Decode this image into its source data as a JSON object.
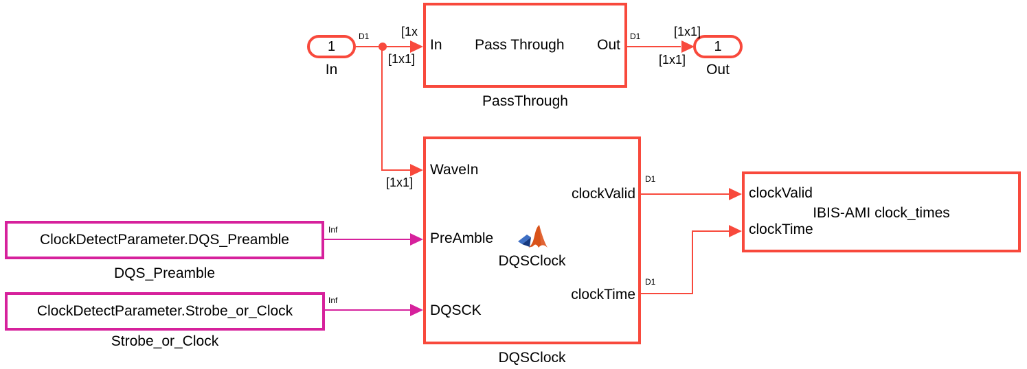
{
  "colors": {
    "red": "#F8493C",
    "magenta": "#D6219C",
    "text": "#000000",
    "canvas": "#FFFFFF"
  },
  "inport": {
    "value": "1",
    "name": "In"
  },
  "outport": {
    "value": "1",
    "name": "Out"
  },
  "passthrough": {
    "port_in": "In",
    "title": "Pass Through",
    "port_out": "Out",
    "name": "PassThrough"
  },
  "dqsclock": {
    "port_wavein": "WaveIn",
    "port_preamble": "PreAmble",
    "port_dqsck": "DQSCK",
    "port_clockvalid": "clockValid",
    "port_clocktime": "clockTime",
    "inner_title": "DQSClock",
    "name": "DQSClock",
    "icon": "matlab-logo"
  },
  "const_preamble": {
    "value": "ClockDetectParameter.DQS_Preamble",
    "name": "DQS_Preamble"
  },
  "const_strobe": {
    "value": "ClockDetectParameter.Strobe_or_Clock",
    "name": "Strobe_or_Clock"
  },
  "ibis": {
    "port_clockvalid": "clockValid",
    "port_clocktime": "clockTime",
    "title": "IBIS-AMI clock_times"
  },
  "signal_labels": {
    "in_rate": "D1",
    "in_dim_clipped": "[1x",
    "in_dim": "[1x1]",
    "wavein_dim": "[1x1]",
    "out_rate": "D1",
    "out_dim_top": "[1x1]",
    "out_dim_bottom": "[1x1]",
    "clockvalid_rate": "D1",
    "clocktime_rate": "D1",
    "preamble_rate": "Inf",
    "strobe_rate": "Inf"
  }
}
